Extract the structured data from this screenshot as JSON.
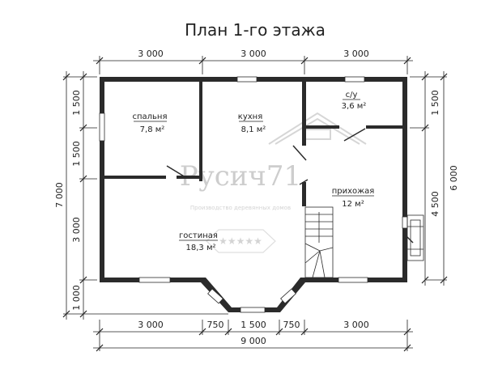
{
  "title": "План 1-го этажа",
  "dimensions": {
    "top": [
      "3 000",
      "3 000",
      "3 000"
    ],
    "bottom": [
      "3 000",
      "750",
      "1 500",
      "750",
      "3 000"
    ],
    "bottom_total": "9 000",
    "left": [
      "1 500",
      "1 500",
      "3 000",
      "1 000"
    ],
    "left_total": "7 000",
    "right": [
      "1 500",
      "4 500"
    ],
    "right_total": "6 000"
  },
  "rooms": [
    {
      "name": "спальня",
      "area": "7,8 м²"
    },
    {
      "name": "кухня",
      "area": "8,1 м²"
    },
    {
      "name": "с/у",
      "area": "3,6 м²"
    },
    {
      "name": "прихожая",
      "area": "12 м²"
    },
    {
      "name": "гостиная",
      "area": "18,3 м²"
    }
  ],
  "watermark": {
    "brand": "Русич71",
    "tagline": "Производство деревянных домов"
  }
}
